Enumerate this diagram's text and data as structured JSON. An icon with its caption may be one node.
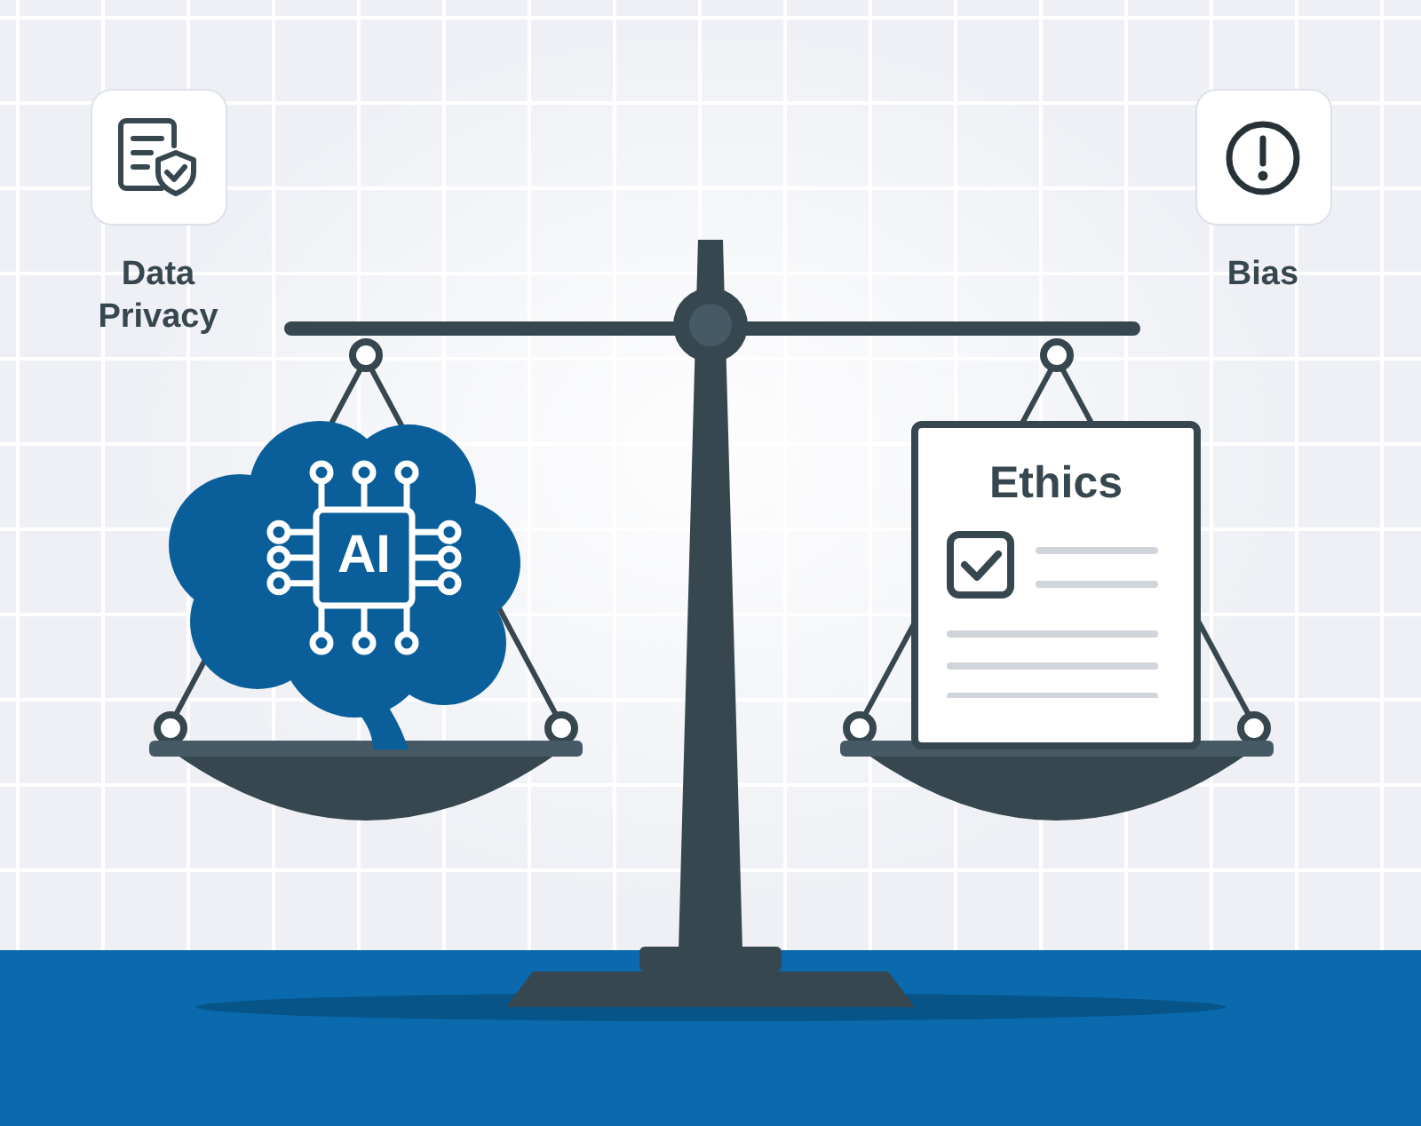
{
  "diagram": {
    "nodes": [
      {
        "text": [
          "Data Privacy"
        ]
      },
      {
        "text": [
          "Bias"
        ]
      },
      {
        "text": [
          "AI"
        ]
      },
      {
        "text": [
          "Ethics"
        ]
      }
    ]
  }
}
